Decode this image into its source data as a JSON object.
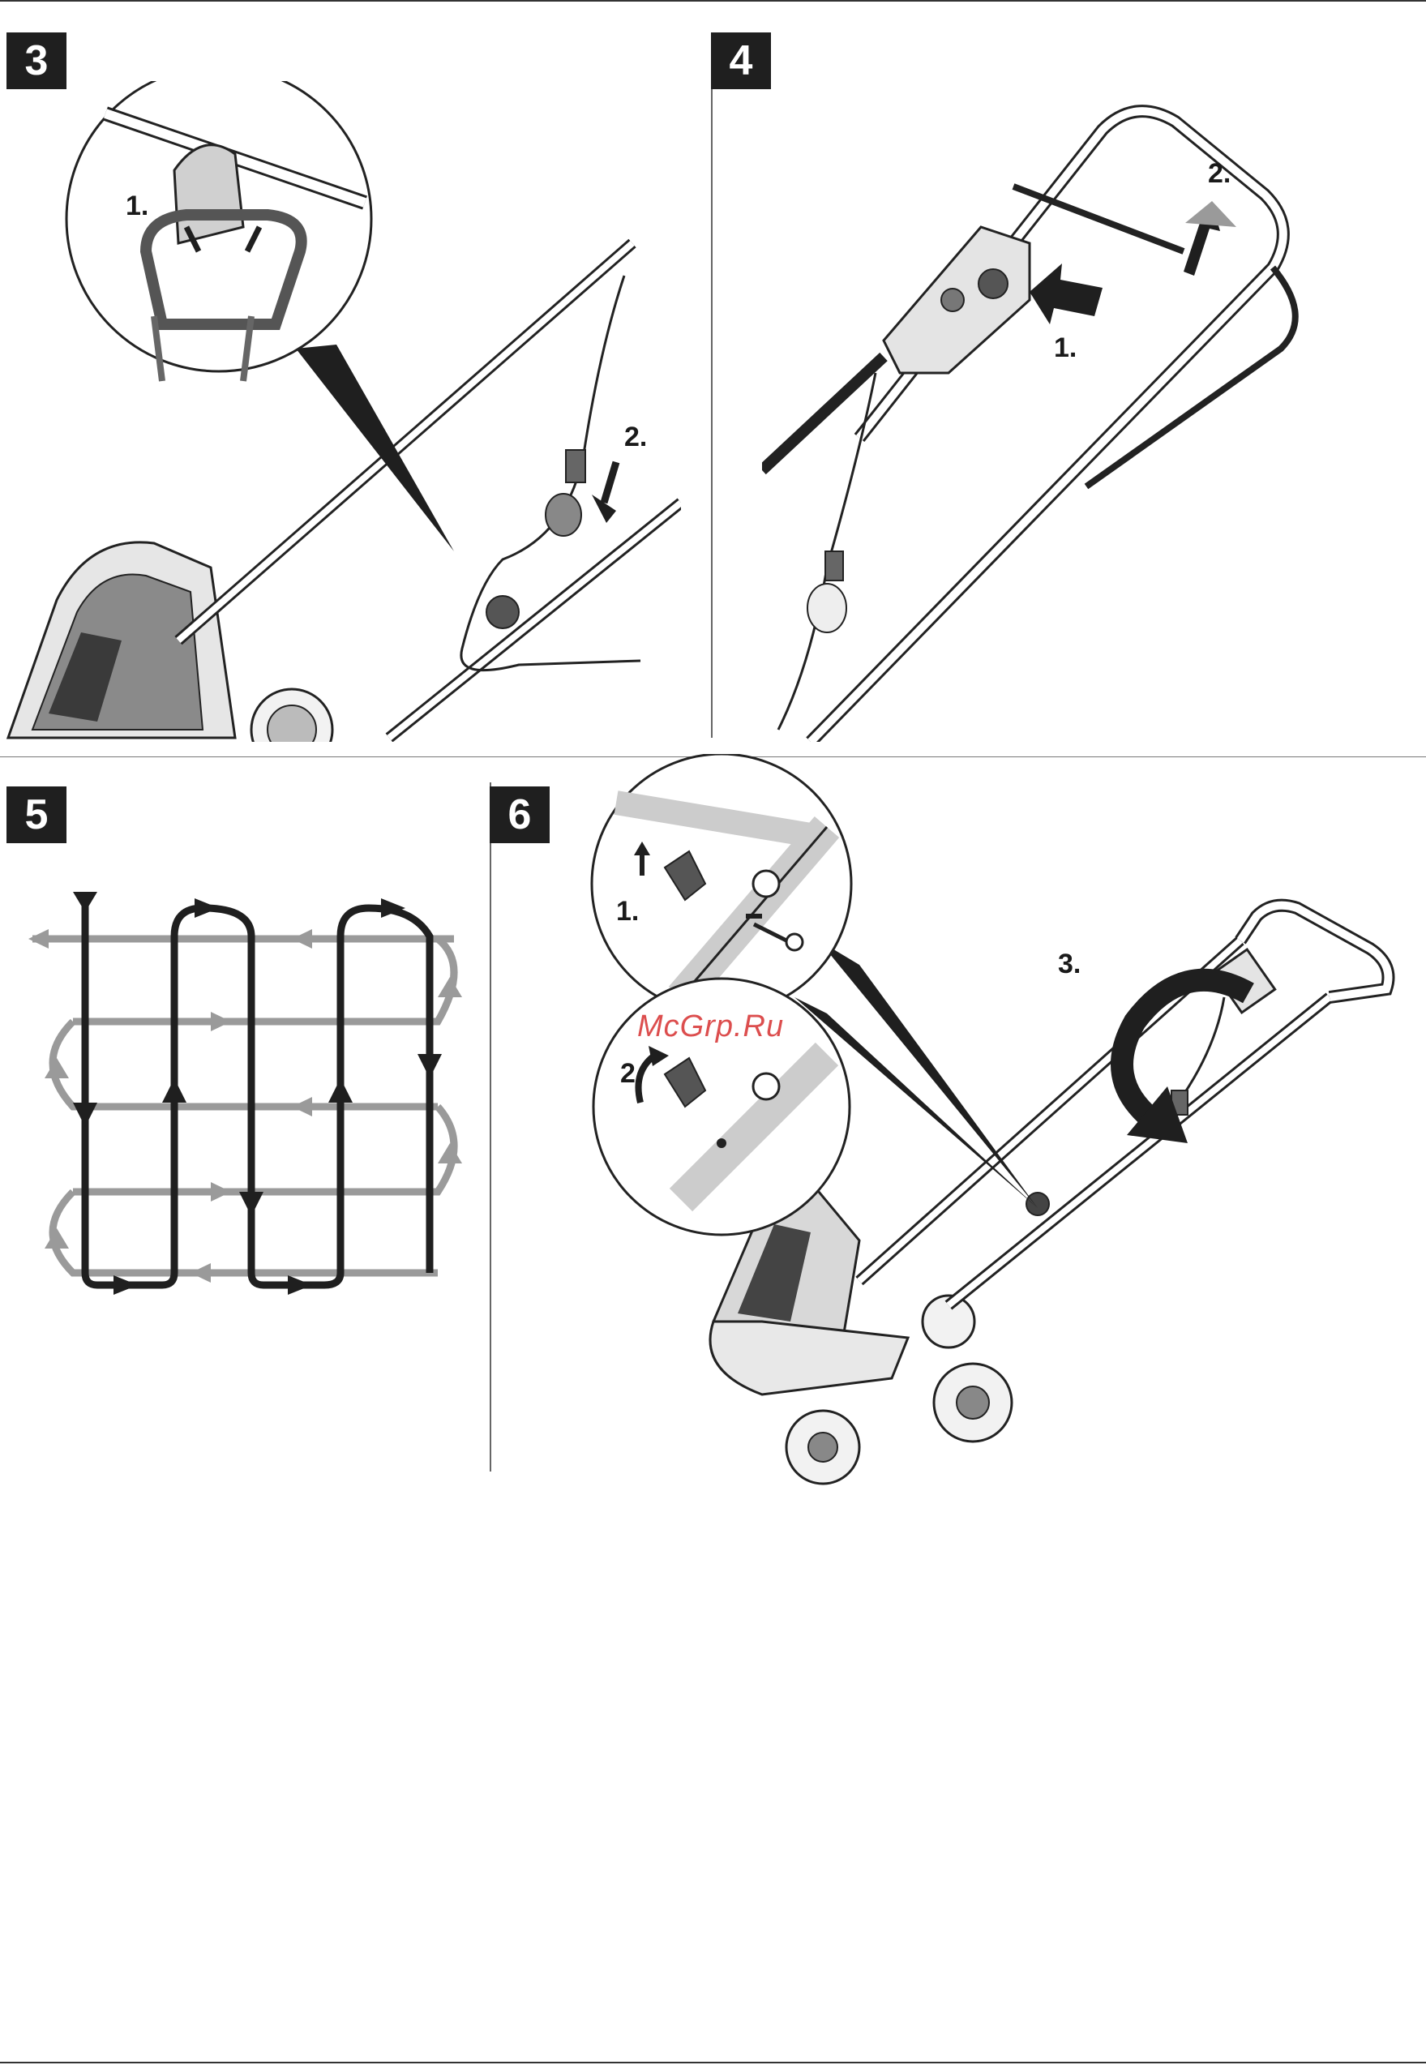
{
  "steps": [
    {
      "number": "3",
      "callouts": [
        "1.",
        "2."
      ]
    },
    {
      "number": "4",
      "callouts": [
        "1.",
        "2."
      ]
    },
    {
      "number": "5",
      "callouts": []
    },
    {
      "number": "6",
      "callouts": [
        "1.",
        "2.",
        "3."
      ]
    }
  ],
  "watermark": "McGrp.Ru",
  "colors": {
    "dark": "#1f1f1f",
    "gray": "#9a9a9a",
    "light": "#cfcfcf",
    "watermark": "#d93b3b"
  }
}
